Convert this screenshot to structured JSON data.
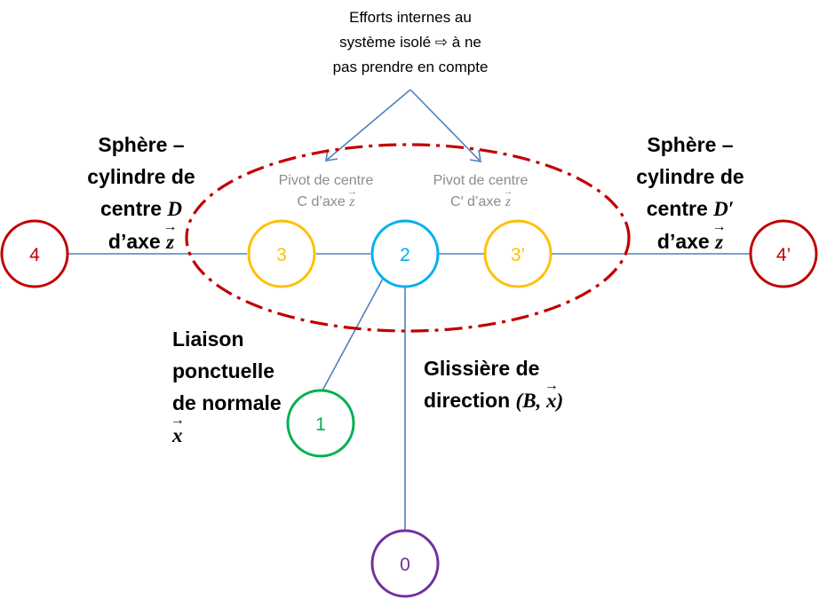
{
  "annotation": {
    "line1": "Efforts internes au",
    "line2": "système isolé ⇨ à ne",
    "line3": "pas prendre en compte"
  },
  "pivot_left": {
    "line1": "Pivot de centre",
    "line2_a": "C d’axe ",
    "vec": "z"
  },
  "pivot_right": {
    "line1": "Pivot de centre",
    "line2_a": "C′ d’axe ",
    "vec": "z"
  },
  "left_label": {
    "line1": "Sphère –",
    "line2": "cylindre de",
    "line3_a": "centre ",
    "point": "D",
    "line4_a": "d’axe ",
    "vec": "z"
  },
  "right_label": {
    "line1": "Sphère –",
    "line2": "cylindre de",
    "line3_a": "centre ",
    "point": "D′",
    "line4_a": "d’axe ",
    "vec": "z"
  },
  "ponctuelle_label": {
    "line1": "Liaison",
    "line2": "ponctuelle",
    "line3": "de normale",
    "vec": "x"
  },
  "glissiere_label": {
    "line1": "Glissière de",
    "line2_a": "direction ",
    "paren_open": "(",
    "point": "B",
    "comma": ", ",
    "vec": "x",
    "paren_close": ")"
  },
  "nodes": {
    "n4": "4",
    "n3": "3",
    "n2": "2",
    "n3p": "3’",
    "n4p": "4’",
    "n1": "1",
    "n0": "0"
  },
  "colors": {
    "red": "#c00000",
    "yellow": "#ffc000",
    "blue": "#00b0f0",
    "green": "#00b050",
    "purple": "#7030a0",
    "link": "#4f81bd",
    "grey_text": "#8c8c8c"
  }
}
